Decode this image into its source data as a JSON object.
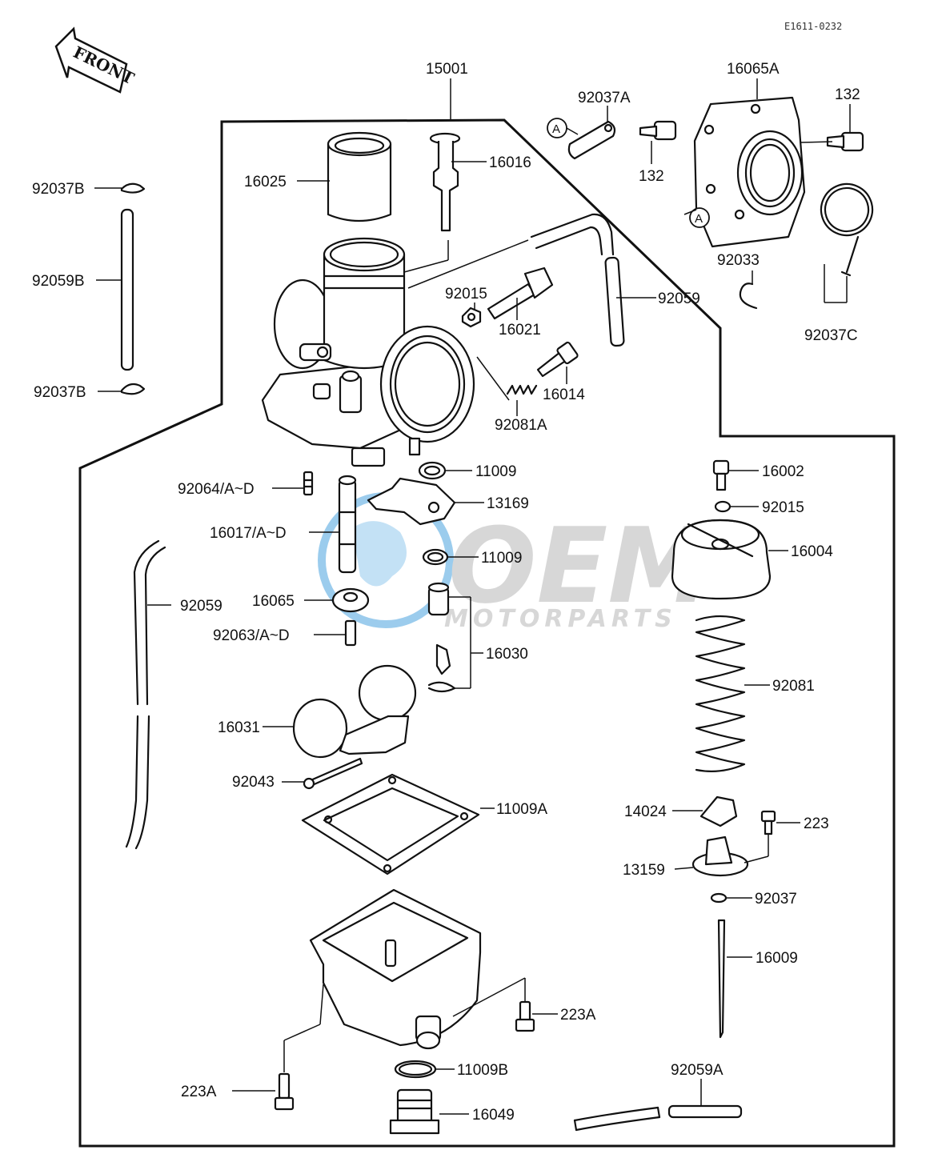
{
  "diagram_code": "E1611-0232",
  "front_arrow": {
    "text": "FRONT"
  },
  "callouts": {
    "a1": "A",
    "a2": "A"
  },
  "watermark": {
    "brand": "OEM",
    "sub": "MOTORPARTS",
    "accent": "#4aa3df",
    "gray": "#b8b8b8"
  },
  "labels": {
    "l15001": "15001",
    "l16065A": "16065A",
    "l92037A": "92037A",
    "l132a": "132",
    "l132b": "132",
    "l92037B_top": "92037B",
    "l16025": "16025",
    "l16016": "16016",
    "l92059B": "92059B",
    "l92015a": "92015",
    "l92059a": "92059",
    "l16021": "16021",
    "l92033": "92033",
    "l92037C": "92037C",
    "l16014": "16014",
    "l92037B_bot": "92037B",
    "l92081A": "92081A",
    "l11009a": "11009",
    "l16002": "16002",
    "l92064": "92064/A~D",
    "l13169": "13169",
    "l92015b": "92015",
    "l16017": "16017/A~D",
    "l16004": "16004",
    "l11009b": "11009",
    "l92059b": "92059",
    "l16065": "16065",
    "l92063": "92063/A~D",
    "l16030": "16030",
    "l92081": "92081",
    "l16031": "16031",
    "l92043": "92043",
    "l11009A": "11009A",
    "l14024": "14024",
    "l223": "223",
    "l13159": "13159",
    "l92037": "92037",
    "l16009": "16009",
    "l223Aa": "223A",
    "l92059A": "92059A",
    "l11009B": "11009B",
    "l223Ab": "223A",
    "l16049": "16049"
  }
}
